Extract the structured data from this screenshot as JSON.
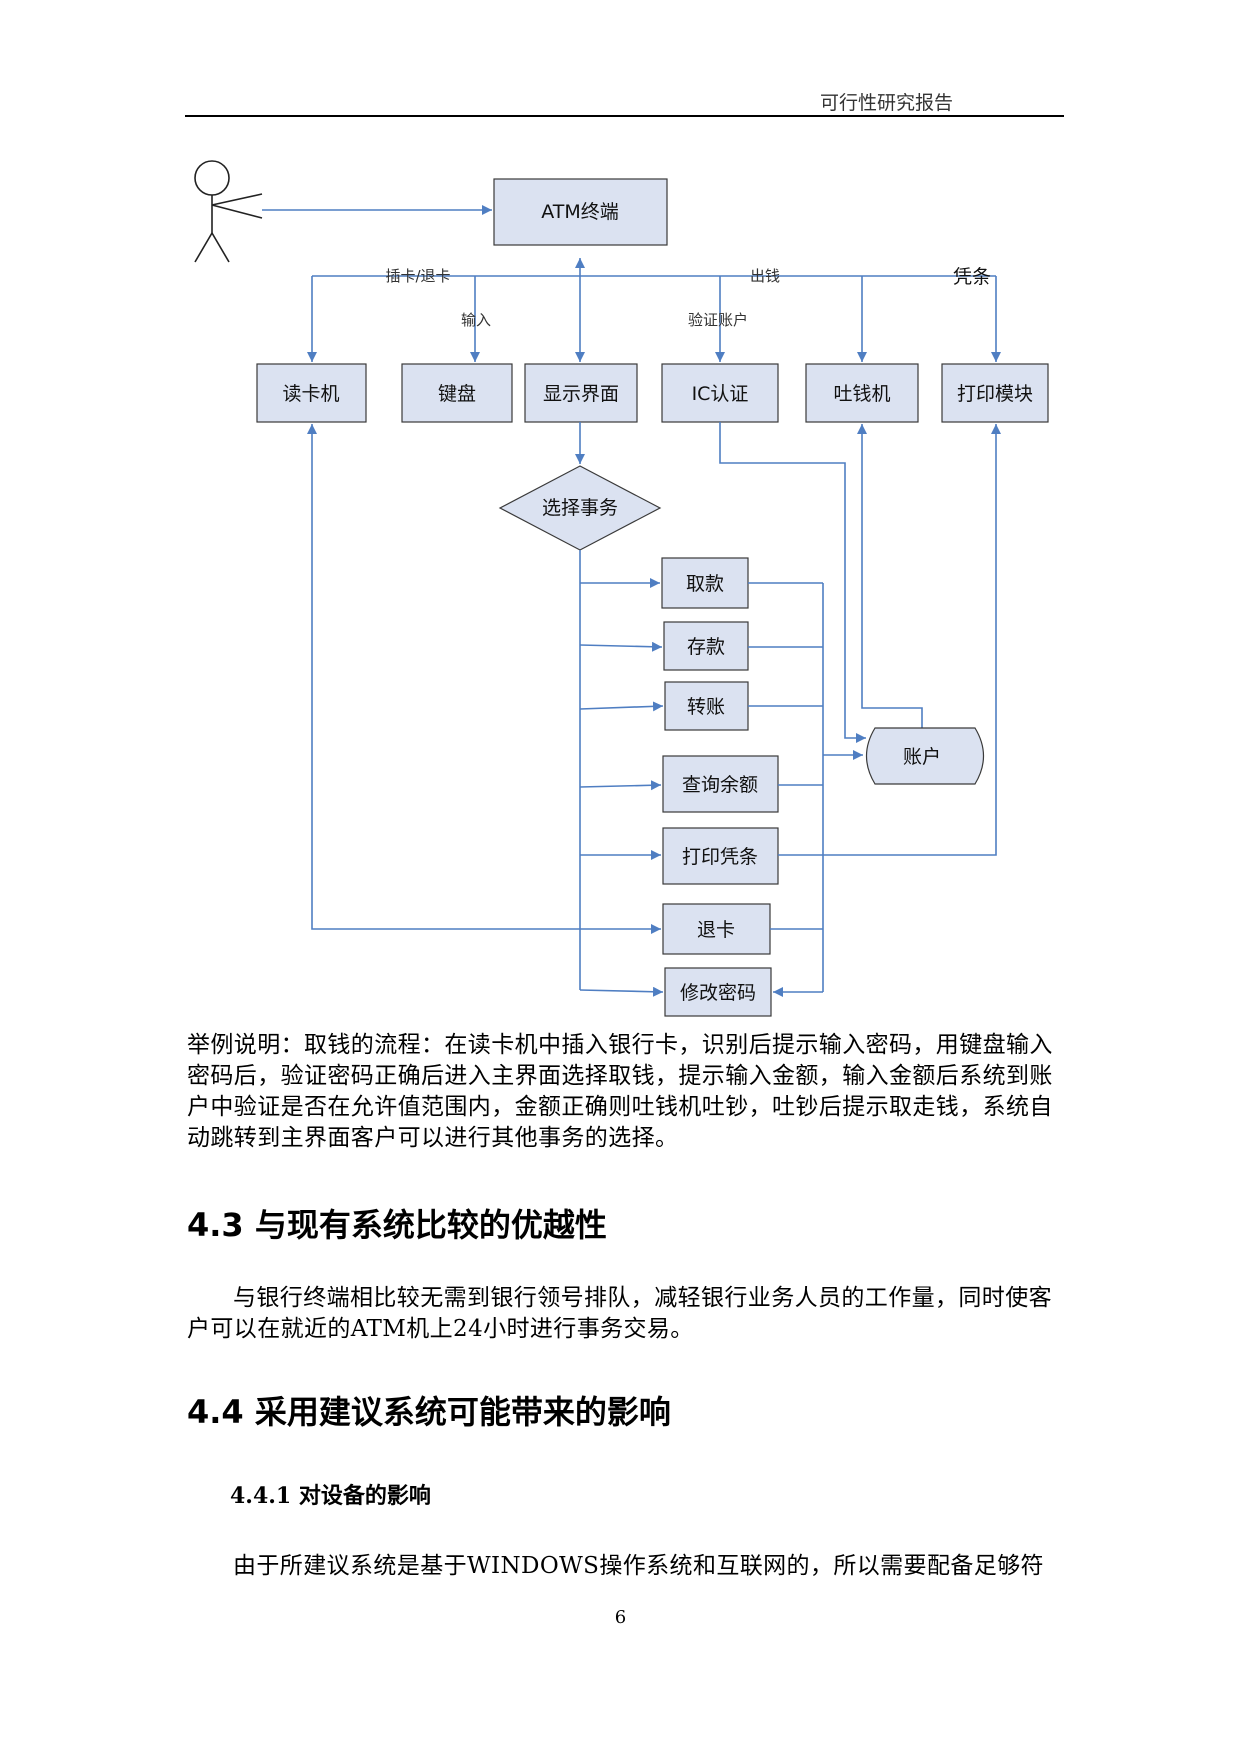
{
  "header": {
    "title": "可行性研究报告"
  },
  "diagram": {
    "atm": "ATM终端",
    "edge_labels": {
      "insert_card": "插卡/退卡",
      "input": "输入",
      "verify_account": "验证账户",
      "dispense": "出钱",
      "receipt": "凭条"
    },
    "modules": [
      "读卡机",
      "键盘",
      "显示界面",
      "IC认证",
      "吐钱机",
      "打印模块"
    ],
    "decision": "选择事务",
    "transactions": [
      "取款",
      "存款",
      "转账",
      "查询余额",
      "打印凭条",
      "退卡",
      "修改密码"
    ],
    "account": "账户"
  },
  "example_paragraph": "举例说明：取钱的流程：在读卡机中插入银行卡，识别后提示输入密码，用键盘输入密码后，验证密码正确后进入主界面选择取钱，提示输入金额，输入金额后系统到账户中验证是否在允许值范围内，金额正确则吐钱机吐钞，吐钞后提示取走钱，系统自动跳转到主界面客户可以进行其他事务的选择。",
  "section_43": {
    "title": "4.3 与现有系统比较的优越性",
    "body": "与银行终端相比较无需到银行领号排队，减轻银行业务人员的工作量，同时使客户可以在就近的ATM机上24小时进行事务交易。"
  },
  "section_44": {
    "title": "4.4 采用建议系统可能带来的影响",
    "sub_title": "4.4.1 对设备的影响",
    "body": "由于所建议系统是基于WINDOWS操作系统和互联网的，所以需要配备足够符"
  },
  "page_number": "6"
}
